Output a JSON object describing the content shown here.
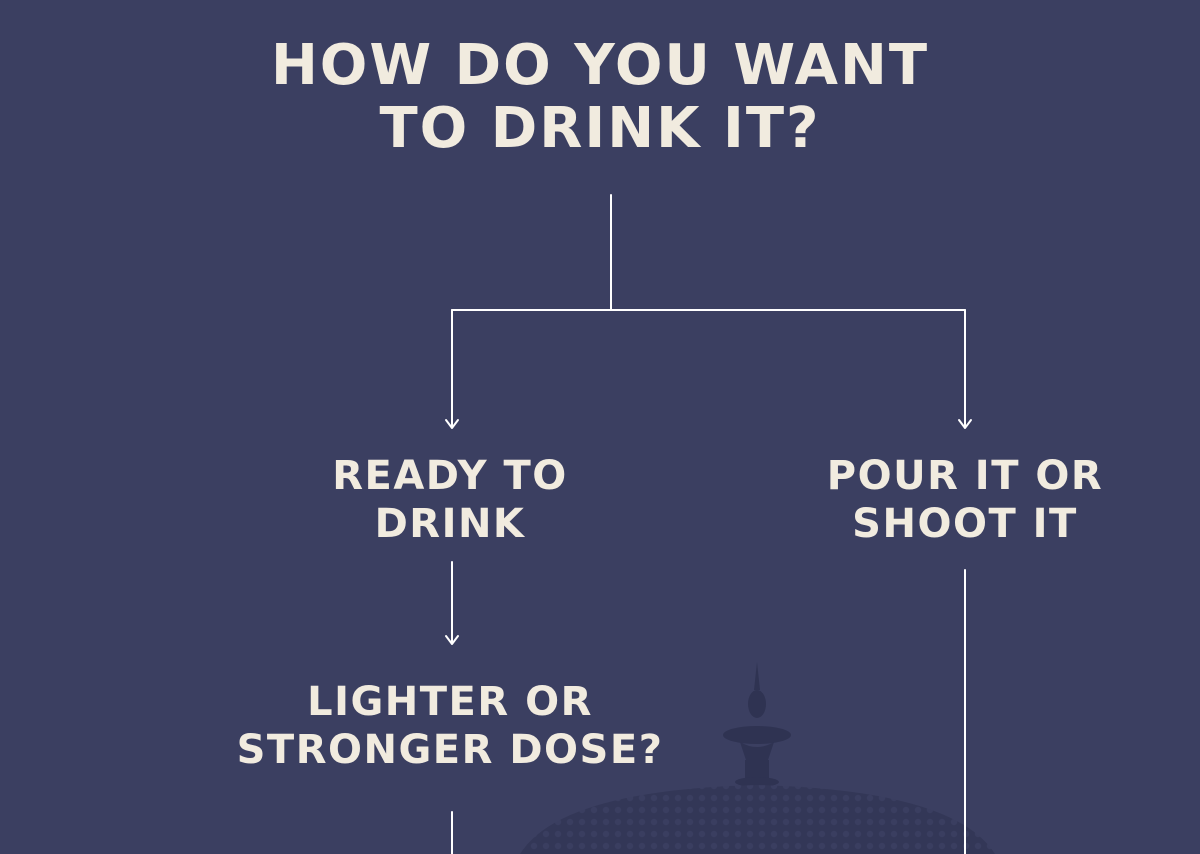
{
  "diagram": {
    "title": {
      "line1": "HOW DO YOU WANT",
      "line2": "TO DRINK IT?"
    },
    "nodes": {
      "ready_to_drink": {
        "line1": "READY TO",
        "line2": "DRINK"
      },
      "pour_or_shoot": {
        "line1": "POUR IT OR",
        "line2": "SHOOT IT"
      },
      "lighter_or_stronger": {
        "line1": "LIGHTER OR",
        "line2": "STRONGER DOSE?"
      }
    }
  },
  "colors": {
    "background": "#3b3f61",
    "text": "#f1ebdf",
    "connector": "#ffffff",
    "illustration": "#333757"
  },
  "icons": {
    "background_illustration": "domed-kiosk-icon"
  }
}
